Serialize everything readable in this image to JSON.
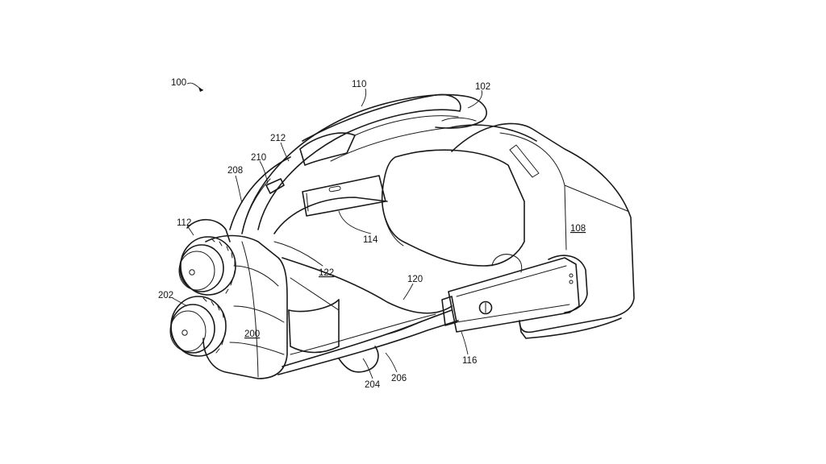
{
  "figure": {
    "labels": {
      "ref_100": "100",
      "ref_102": "102",
      "ref_108": "108",
      "ref_110": "110",
      "ref_112": "112",
      "ref_114": "114",
      "ref_116": "116",
      "ref_120": "120",
      "ref_122": "122",
      "ref_200": "200",
      "ref_202": "202",
      "ref_204": "204",
      "ref_206": "206",
      "ref_208": "208",
      "ref_210": "210",
      "ref_212": "212"
    }
  }
}
